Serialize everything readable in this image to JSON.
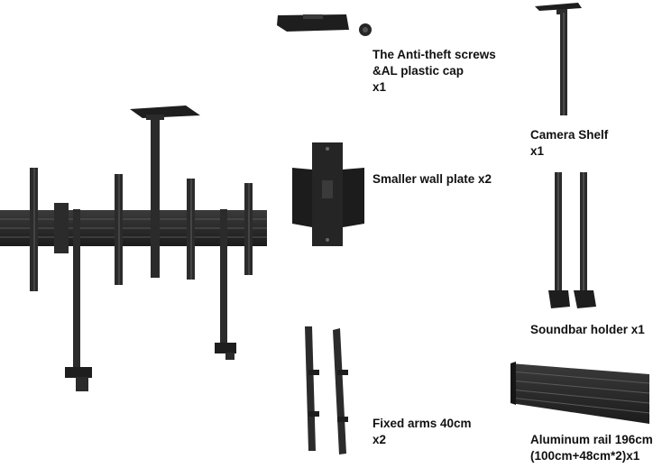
{
  "colors": {
    "background": "#ffffff",
    "metal": "#2b2b2b",
    "metal_dark": "#1a1a1a",
    "text": "#111111"
  },
  "items": [
    {
      "id": "anti-theft-screws",
      "icon": "screw-and-cap-icon",
      "line1": "The Anti-theft screws",
      "line2": "&AL plastic cap",
      "line3": "x1"
    },
    {
      "id": "camera-shelf",
      "icon": "camera-shelf-icon",
      "line1": "Camera Shelf",
      "line2": "x1"
    },
    {
      "id": "smaller-wall-plate",
      "icon": "wall-plate-icon",
      "line1": "Smaller wall plate x2"
    },
    {
      "id": "soundbar-holder",
      "icon": "soundbar-holder-icon",
      "line1": "Soundbar holder x1"
    },
    {
      "id": "fixed-arms",
      "icon": "fixed-arms-icon",
      "line1": "Fixed arms 40cm",
      "line2": "x2"
    },
    {
      "id": "aluminum-rail",
      "icon": "aluminum-rail-icon",
      "line1": "Aluminum rail 196cm",
      "line2": "(100cm+48cm*2)x1"
    }
  ]
}
